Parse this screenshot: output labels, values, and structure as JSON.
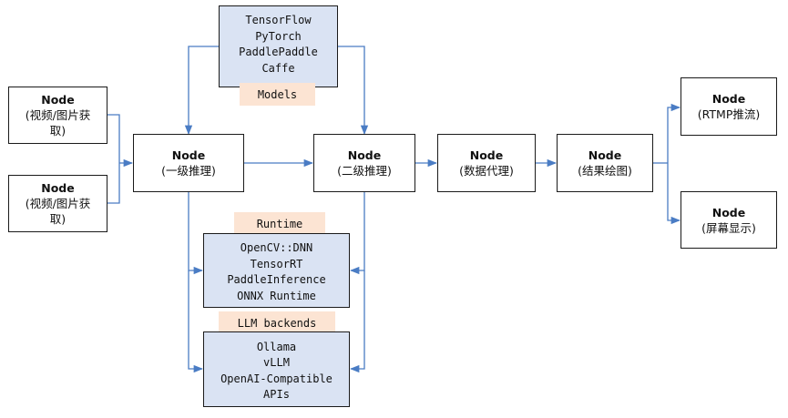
{
  "colors": {
    "connector": "#4a7cc4",
    "stack_fill": "#dae3f3",
    "tag_fill": "#fce4d3",
    "node_border": "#1a1a1a"
  },
  "nodes": {
    "input1": {
      "title": "Node",
      "label": "(视频/图片获取)"
    },
    "input2": {
      "title": "Node",
      "label": "(视频/图片获取)"
    },
    "primary": {
      "title": "Node",
      "label": "(一级推理)"
    },
    "secondary": {
      "title": "Node",
      "label": "(二级推理)"
    },
    "broker": {
      "title": "Node",
      "label": "(数据代理)"
    },
    "osd": {
      "title": "Node",
      "label": "(结果绘图)"
    },
    "rtmp": {
      "title": "Node",
      "label": "(RTMP推流)"
    },
    "screen": {
      "title": "Node",
      "label": "(屏幕显示)"
    }
  },
  "models": {
    "tag": "Models",
    "items": [
      "TensorFlow",
      "PyTorch",
      "PaddlePaddle",
      "Caffe"
    ]
  },
  "runtime": {
    "tag": "Runtime",
    "items": [
      "OpenCV::DNN",
      "TensorRT",
      "PaddleInference",
      "ONNX Runtime"
    ]
  },
  "llm": {
    "tag": "LLM backends",
    "items": [
      "Ollama",
      "vLLM",
      "OpenAI-Compatible",
      "APIs"
    ]
  }
}
